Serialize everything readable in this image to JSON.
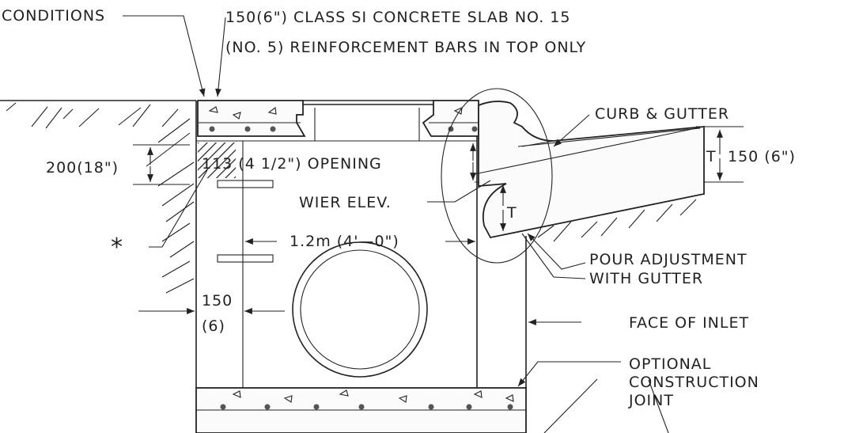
{
  "labels": {
    "conditions": "CONDITIONS",
    "slab_line1": "150(6\") CLASS SI CONCRETE SLAB NO. 15",
    "slab_line2": "(NO. 5) REINFORCEMENT BARS IN TOP ONLY",
    "curb_gutter": "CURB & GUTTER",
    "dim_200": "200(18\")",
    "opening": "113 (4 1/2\") OPENING",
    "t_upper": "T",
    "dim_150_6": "150 (6\")",
    "wier": "WIER ELEV.",
    "t_lower": "T",
    "asterisk": "*",
    "width": "1.2m (4'—0\")",
    "pour_line1": "POUR ADJUSTMENT",
    "pour_line2": "WITH GUTTER",
    "wall_150": "150",
    "wall_6": "(6)",
    "face_inlet": "FACE OF INLET",
    "opt_line1": "OPTIONAL",
    "opt_line2": "CONSTRUCTION",
    "opt_line3": "JOINT"
  }
}
